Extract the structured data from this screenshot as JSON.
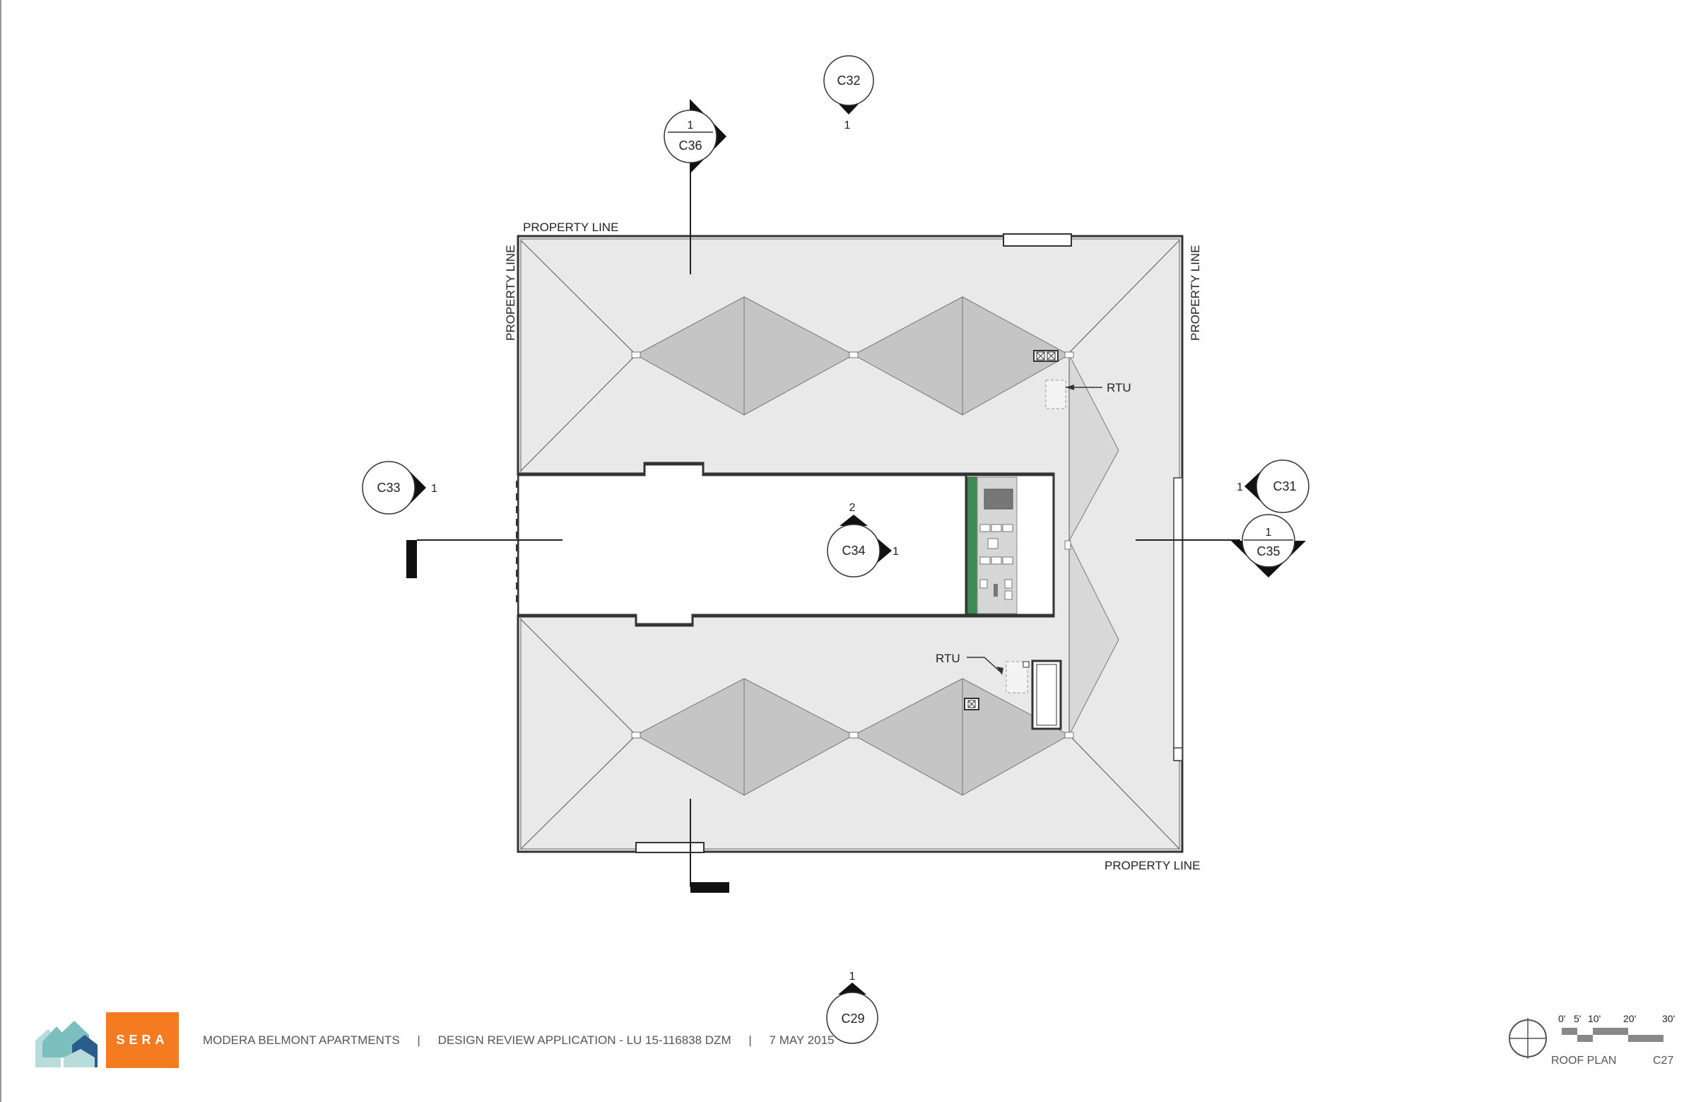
{
  "drawing": {
    "property_line_labels": [
      "PROPERTY LINE",
      "PROPERTY LINE",
      "PROPERTY LINE",
      "PROPERTY LINE"
    ],
    "equipment_labels": [
      "RTU",
      "RTU"
    ],
    "markers": {
      "c32": {
        "sheet": "C32",
        "detail": "1"
      },
      "c36": {
        "sheet": "C36",
        "detail": "1"
      },
      "c33": {
        "sheet": "C33",
        "detail": "1"
      },
      "c34": {
        "sheet": "C34",
        "detail_top": "2",
        "detail_right": "1"
      },
      "c31": {
        "sheet": "C31",
        "detail": "1"
      },
      "c35": {
        "sheet": "C35",
        "detail": "1"
      },
      "c29": {
        "sheet": "C29",
        "detail": "1"
      }
    },
    "colors": {
      "roof_fill": "#e9e9e9",
      "hip_fill": "#c5c5c5",
      "wall_stroke": "#333333",
      "green_strip": "#3f8a55"
    }
  },
  "footer": {
    "logo_text": "SERA",
    "project": "MODERA BELMONT APARTMENTS",
    "separator": "|",
    "application": "DESIGN REVIEW APPLICATION - LU 15-116838  DZM",
    "date": "7 MAY 2015",
    "sheet_name": "ROOF PLAN",
    "sheet_number": "C27",
    "scale_ticks": [
      "0'",
      "5'",
      "10'",
      "20'",
      "30'"
    ],
    "brand_color": "#f47b20",
    "logo_colors": [
      "#7bbfbf",
      "#2a5d8c",
      "#b8dcdc"
    ]
  }
}
